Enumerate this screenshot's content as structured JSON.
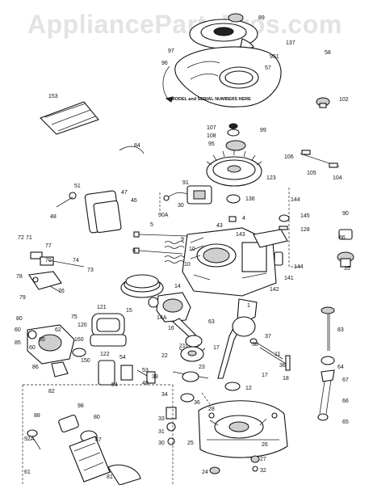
{
  "watermark": "AppliancePartsPros.com",
  "note": "MODEL and SERIAL NUMBERS HERE",
  "callouts": {
    "c89": "89",
    "c137": "137",
    "c97": "97",
    "c951": "951",
    "c58": "58",
    "c96": "96",
    "c57": "57",
    "c153": "153",
    "c102": "102",
    "c107": "107",
    "c108": "108",
    "c99": "99",
    "c95": "95",
    "c84": "84",
    "c106": "106",
    "c105": "105",
    "c104": "104",
    "c91": "91",
    "c123": "123",
    "c51": "51",
    "c47": "47",
    "c48": "48",
    "c46": "46",
    "c30": "30",
    "c90A": "90A",
    "c136": "136",
    "c144": "144",
    "c145": "145",
    "c43": "43",
    "c4": "4",
    "c5": "5",
    "c128": "128",
    "c90": "90",
    "c143": "143",
    "c72": "72",
    "c71": "71",
    "c77": "77",
    "c6": "6",
    "c9": "9",
    "c10": "10",
    "c86": "86",
    "c70": "70",
    "c74": "74",
    "c73": "73",
    "c35": "35",
    "c78": "78",
    "c79": "79",
    "c76": "76",
    "c141": "141",
    "c14": "14",
    "c142": "142",
    "c121": "121",
    "c15": "15",
    "c14A": "14A",
    "c63": "63",
    "c1": "1",
    "c80": "80",
    "c75": "75",
    "c62": "62",
    "c120": "120",
    "c60": "60",
    "c16": "16",
    "c37": "37",
    "c65": "65",
    "c160": "160",
    "c150": "150",
    "c36": "36",
    "c38": "38",
    "c11": "11",
    "c21": "21",
    "c54": "54",
    "c66": "66",
    "c122": "122",
    "c85": "85",
    "c22": "22",
    "c17": "17",
    "c18": "18",
    "c53": "53",
    "c55": "55",
    "c39": "39",
    "c40": "40",
    "c23": "23",
    "c64": "64",
    "c67": "67",
    "c12": "12",
    "c82": "82",
    "c34": "34",
    "c88": "88",
    "c98": "98",
    "c83": "83",
    "c92A": "92A",
    "c81": "81",
    "c87": "87",
    "c33": "33",
    "c31": "31",
    "c28": "28",
    "c25": "25",
    "c26": "26",
    "c27": "27",
    "c32": "32",
    "c24": "24",
    "c61": "61"
  }
}
